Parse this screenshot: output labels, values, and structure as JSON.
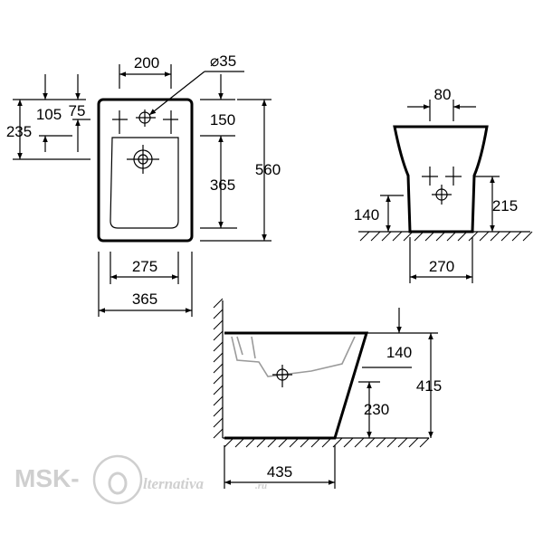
{
  "top_view": {
    "dim_hole_spacing": "200",
    "dim_hole_diameter": "⌀35",
    "dim_105": "105",
    "dim_75": "75",
    "dim_235": "235",
    "dim_150": "150",
    "dim_365_height": "365",
    "dim_560": "560",
    "dim_275": "275",
    "dim_365_width": "365"
  },
  "front_view": {
    "dim_80": "80",
    "dim_140": "140",
    "dim_215": "215",
    "dim_270": "270"
  },
  "side_view": {
    "dim_140": "140",
    "dim_415": "415",
    "dim_230": "230",
    "dim_435": "435"
  },
  "watermark": {
    "brand": "MSK-",
    "tail": "lternativa",
    "ru": ".ru"
  }
}
